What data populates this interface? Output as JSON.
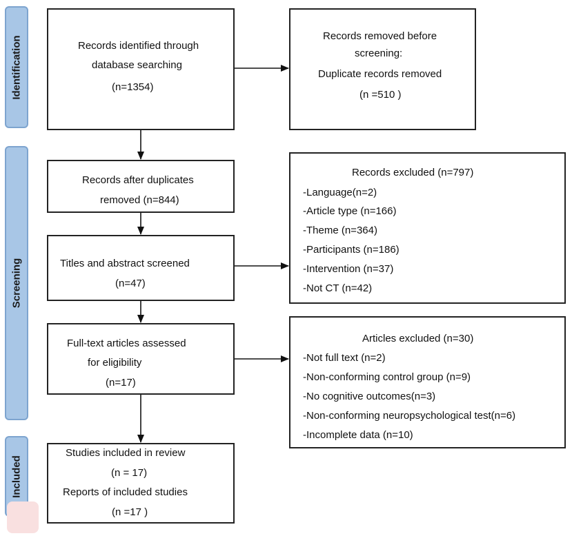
{
  "phases": {
    "identification": "Identification",
    "screening": "Screening",
    "included": "Included"
  },
  "identified": {
    "line1": "Records identified through",
    "line2": "database searching",
    "count": "(n=1354)"
  },
  "removed_before": {
    "line1": "Records removed before",
    "line2": "screening:",
    "line3": "Duplicate records removed",
    "count": "(n =510 )"
  },
  "after_duplicates": {
    "line1": "Records after duplicates",
    "line2": "removed (n=844)"
  },
  "records_excluded": {
    "title": "Records excluded (n=797)",
    "items": [
      "-Language(n=2)",
      "-Article type (n=166)",
      "-Theme (n=364)",
      "-Participants (n=186)",
      "-Intervention (n=37)",
      "-Not CT (n=42)"
    ]
  },
  "titles_screened": {
    "line1": "Titles and abstract screened",
    "count": "(n=47)"
  },
  "fulltext": {
    "line1": "Full-text articles assessed",
    "line2": "for eligibility",
    "count": "(n=17)"
  },
  "articles_excluded": {
    "title": "Articles excluded (n=30)",
    "items": [
      "-Not full text (n=2)",
      "-Non-conforming control group (n=9)",
      "-No cognitive outcomes(n=3)",
      "-Non-conforming neuropsychological test(n=6)",
      "-Incomplete data (n=10)"
    ]
  },
  "included": {
    "line1": "Studies included in review",
    "count1": "(n = 17)",
    "line2": "Reports of included studies",
    "count2": "(n =17 )"
  }
}
